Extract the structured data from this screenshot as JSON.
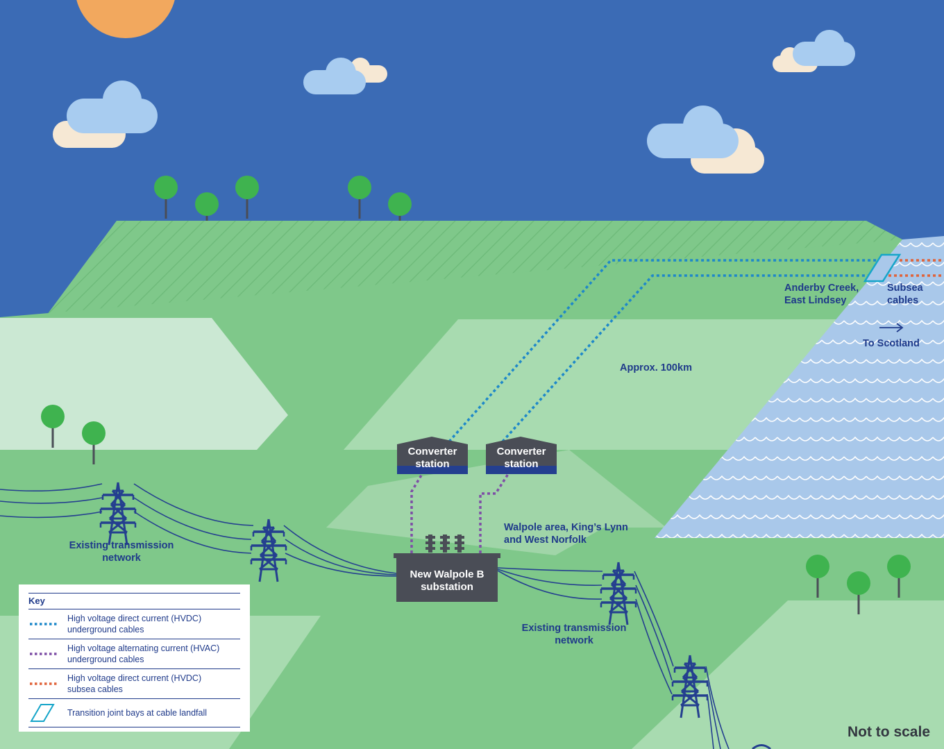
{
  "colors": {
    "sky": "#3b6bb5",
    "field_mid": "#7fc88a",
    "field_light": "#a8dbb0",
    "field_pale": "#cbe8d3",
    "sea": "#a9c8ea",
    "hvdc_underground": "#1e88c9",
    "hvac_underground": "#7e4fa6",
    "hvdc_subsea": "#e0633a",
    "pylon": "#243f8f",
    "building": "#4a4d56",
    "label_text": "#1f3a8a"
  },
  "labels": {
    "converter_a": [
      "Converter",
      "station"
    ],
    "converter_b": [
      "Converter",
      "station"
    ],
    "substation": [
      "New Walpole B",
      "substation"
    ],
    "anderby": [
      "Anderby Creek,",
      "East Lindsey"
    ],
    "subsea": [
      "Subsea",
      "cables"
    ],
    "to_scotland": "To Scotland",
    "approx_distance": "Approx. 100km",
    "walpole_area": [
      "Walpole area, King’s Lynn",
      "and West Norfolk"
    ],
    "existing_left": [
      "Existing transmission",
      "network"
    ],
    "existing_right": [
      "Existing transmission",
      "network"
    ],
    "not_to_scale": "Not to scale"
  },
  "key": {
    "title": "Key",
    "items": [
      {
        "symbol": "hvdc-underground-line-icon",
        "lines": [
          "High voltage direct current (HVDC)",
          "underground cables"
        ]
      },
      {
        "symbol": "hvac-underground-line-icon",
        "lines": [
          "High voltage alternating current (HVAC)",
          "underground cables"
        ]
      },
      {
        "symbol": "hvdc-subsea-line-icon",
        "lines": [
          "High voltage direct current (HVDC)",
          "subsea cables"
        ]
      },
      {
        "symbol": "transition-joint-bay-icon",
        "lines": [
          "Transition joint bays at cable landfall"
        ]
      }
    ]
  }
}
